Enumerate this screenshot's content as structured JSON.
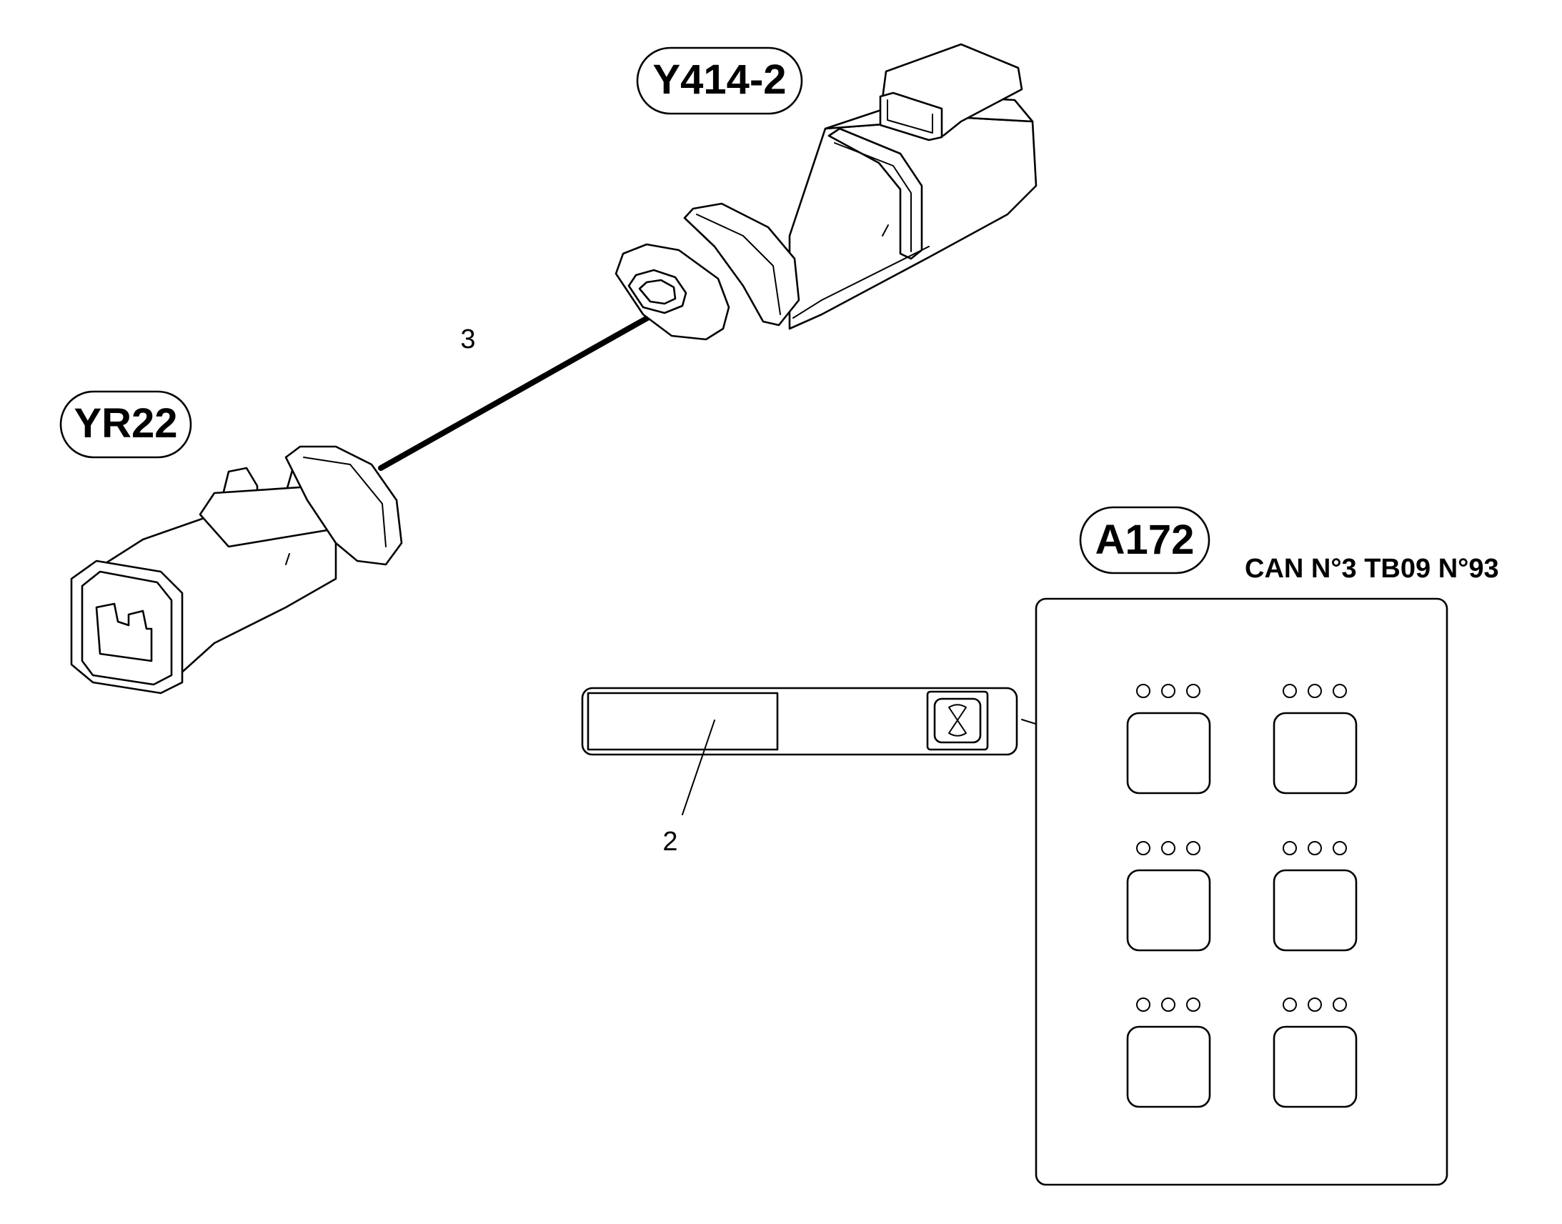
{
  "connectors": {
    "top": {
      "tag": "Y414-2"
    },
    "left": {
      "tag": "YR22"
    }
  },
  "wire": {
    "callout": "3"
  },
  "label_strip": {
    "callout": "2",
    "icon": "fan-icon"
  },
  "module": {
    "tag": "A172",
    "bus_label": "CAN N°3 TB09 N°93",
    "button_count": 6,
    "leds_per_button": 3
  }
}
